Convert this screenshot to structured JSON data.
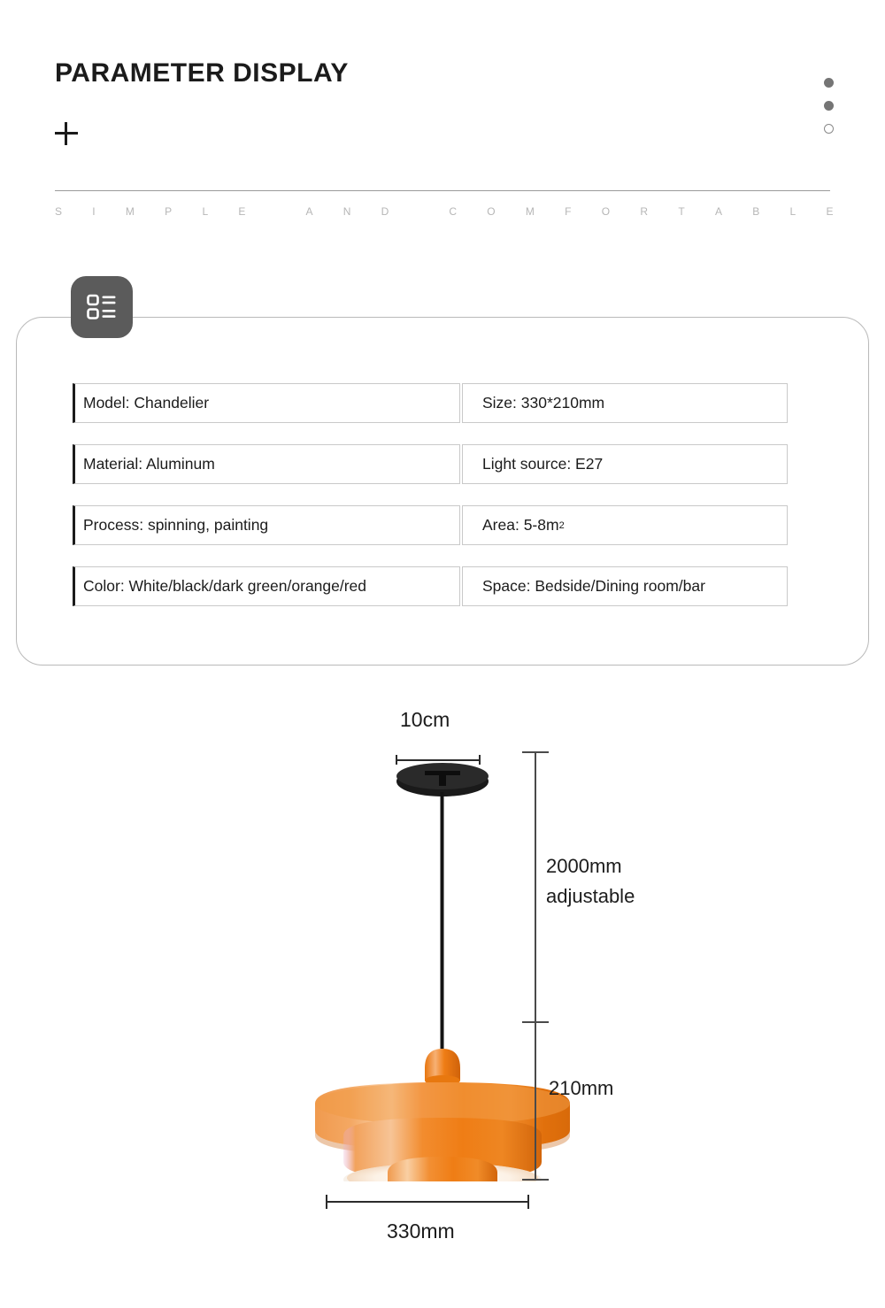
{
  "header": {
    "title": "PARAMETER DISPLAY",
    "plus_icon": "plus-icon",
    "subtitle": "S I M P L E   A N D   C O M F O R T A B L E",
    "subtitle_letters": [
      "S",
      "I",
      "M",
      "P",
      "L",
      "E",
      "",
      "A",
      "N",
      "D",
      "",
      "C",
      "O",
      "M",
      "F",
      "O",
      "R",
      "T",
      "A",
      "B",
      "L",
      "E"
    ],
    "indicator_dots": [
      "filled",
      "filled",
      "hollow"
    ]
  },
  "spec_card": {
    "badge_icon": "list-icon",
    "left_column": [
      {
        "label": "Model",
        "value": "Chandelier",
        "text": "Model: Chandelier"
      },
      {
        "label": "Material",
        "value": "Aluminum",
        "text": "Material: Aluminum"
      },
      {
        "label": "Process",
        "value": "spinning, painting",
        "text": "Process: spinning, painting"
      },
      {
        "label": "Color",
        "value": "White/black/dark green/orange/red",
        "text": "Color: White/black/dark green/orange/red"
      }
    ],
    "right_column": [
      {
        "label": "Size",
        "value": "330*210mm",
        "text": "Size: 330*210mm"
      },
      {
        "label": "Light source",
        "value": "E27",
        "text": "Light source: E27"
      },
      {
        "label": "Area",
        "value": "5-8m²",
        "text": "Area: 5-8m",
        "sup": "2"
      },
      {
        "label": "Space",
        "value": "Bedside/Dining room/bar",
        "text": "Space: Bedside/Dining room/bar"
      }
    ]
  },
  "diagram": {
    "canopy_width_label": "10cm",
    "cord_length_label_line1": "2000mm",
    "cord_length_label_line2": "adjustable",
    "shade_height_label": "210mm",
    "shade_width_label": "330mm",
    "product_image": "orange-tiered-pendant-lamp"
  },
  "colors": {
    "text": "#1c1c1c",
    "muted": "#b6b6b6",
    "border": "#c9c9c9",
    "card_border": "#b9b9b9",
    "badge_bg": "#5b5b5b",
    "accent_left": "#1c1c1c",
    "lamp_orange": "#ef7d15",
    "lamp_orange_light": "#f5a05a",
    "lamp_orange_dark": "#d86a0a",
    "canopy_black": "#1a1a1a",
    "dim_line": "#2b2b2b"
  }
}
